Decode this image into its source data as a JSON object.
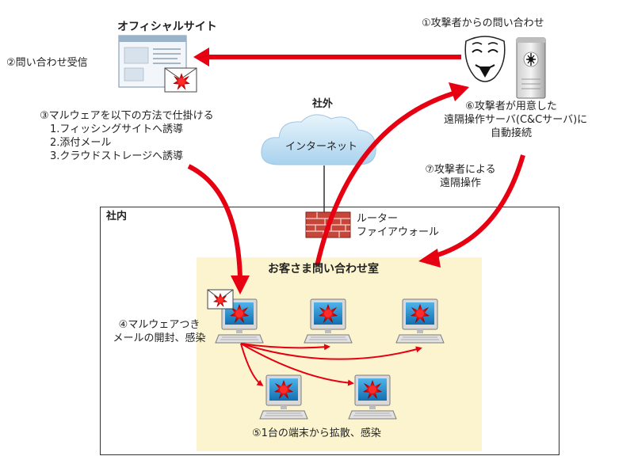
{
  "colors": {
    "arrow": "#e60012",
    "room_bg": "#fbf4cf",
    "cloud": "#cfe6f5",
    "brick": "#c8453a",
    "screen": "#1b86c9",
    "infection": "#d80000"
  },
  "labels": {
    "official_site": "オフィシャルサイト",
    "step1": "①攻撃者からの問い合わせ",
    "step2": "②問い合わせ受信",
    "step3": "③マルウェアを以下の方法で仕掛ける\n　1.フィッシングサイトへ誘導\n　2.添付メール\n　3.クラウドストレージへ誘導",
    "outside": "社外",
    "internet": "インターネット",
    "step6": "⑥攻撃者が用意した\n遠隔操作サーバ(C&Cサーバ)に\n自動接続",
    "step7": "⑦攻撃者による\n遠隔操作",
    "internal": "社内",
    "router": "ルーター\nファイアウォール",
    "room": "お客さま問い合わせ室",
    "step4": "④マルウェアつき\nメールの開封、感染",
    "step5": "⑤1台の端末から拡散、感染"
  },
  "icons": [
    "website-icon",
    "mail-icon",
    "attacker-mask-icon",
    "server-icon",
    "cloud-icon",
    "firewall-icon",
    "computer-icon"
  ]
}
